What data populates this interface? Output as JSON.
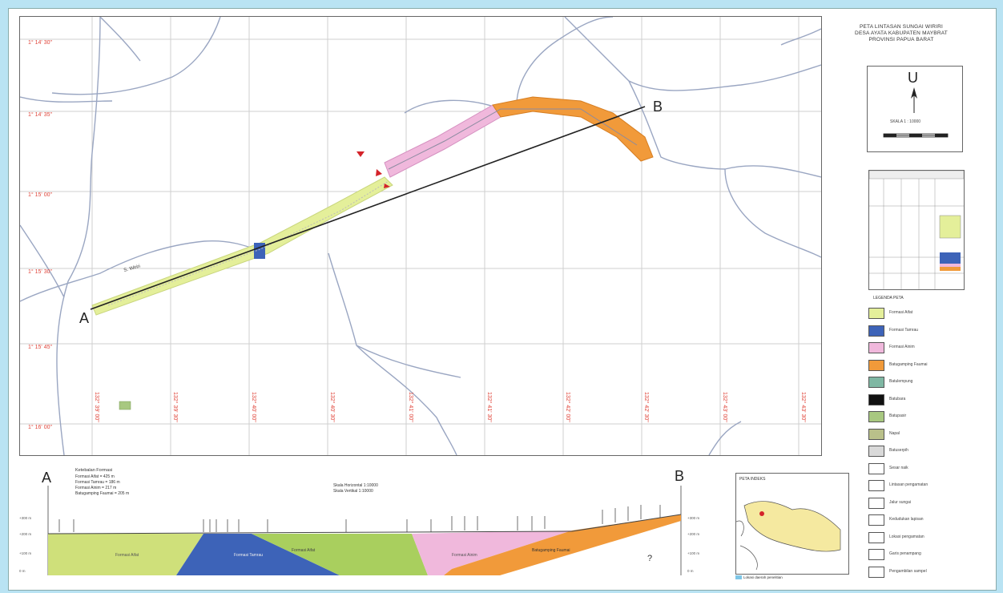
{
  "map": {
    "lat_labels": [
      "1° 14' 30\"",
      "1° 14' 35\"",
      "1° 15' 00\"",
      "1° 15' 30\"",
      "1° 15' 45\"",
      "1° 16' 00\""
    ],
    "lon_labels": [
      "132° 39' 00\"",
      "132° 39' 30\"",
      "132° 40' 00\"",
      "132° 40' 30\"",
      "132° 41' 00\"",
      "132° 41' 30\"",
      "132° 42' 00\"",
      "132° 42' 30\"",
      "132° 43' 00\"",
      "132° 43' 30\""
    ],
    "river_label": "S. Wiriri",
    "point_a": "A",
    "point_b": "B"
  },
  "title": {
    "line1": "PETA LINTASAN SUNGAI WIRIRI",
    "line2": "DESA AYATA KABUPATEN MAYBRAT",
    "line3": "PROVINSI PAPUA BARAT"
  },
  "north": {
    "letter": "U",
    "scale_text": "SKALA 1 : 10000"
  },
  "legend": {
    "title": "LEGENDA PETA",
    "items": [
      {
        "label": "Formasi Aifat",
        "color": "#e4ef9a"
      },
      {
        "label": "Formasi Tamrau",
        "color": "#3d63b8"
      },
      {
        "label": "Formasi Ainim",
        "color": "#f0b8dc"
      },
      {
        "label": "Batugamping Faumai",
        "color": "#f19a3a"
      },
      {
        "label": "Batulempung",
        "color": "#7fb7a3"
      },
      {
        "label": "Batubara",
        "color": "#111111"
      },
      {
        "label": "Batupasir",
        "color": "#a8c880"
      },
      {
        "label": "Napal",
        "color": "#b9c08a"
      },
      {
        "label": "Batuserpih",
        "color": "#d9d9d9"
      },
      {
        "label": "Sesar naik",
        "color": "#ffffff"
      },
      {
        "label": "Lintasan pengamatan",
        "color": "#ffffff"
      },
      {
        "label": "Jalur sungai",
        "color": "#ffffff"
      },
      {
        "label": "Kedudukan lapisan",
        "color": "#ffffff"
      },
      {
        "label": "Lokasi pengamatan",
        "color": "#ffffff"
      },
      {
        "label": "Garis penampang",
        "color": "#ffffff"
      },
      {
        "label": "Pengambilan sampel",
        "color": "#ffffff"
      }
    ]
  },
  "inset": {
    "title": "PETA INDEKS",
    "caption": "Lokasi daerah penelitian"
  },
  "section": {
    "point_a": "A",
    "point_b": "B",
    "question": "?",
    "info_lines": [
      "Ketebalan Formasi",
      "Formasi Aifat = 425 m",
      "Formasi Tamrau = 186 m",
      "Formasi Ainim = 217 m",
      "Batugamping Faumai = 205 m"
    ],
    "scale_lines": [
      "Skala Horizontal 1:10000",
      "Skala Vertikal 1:10000"
    ],
    "unit_labels": [
      "Formasi Aifat",
      "Formasi Tamrau",
      "Formasi Aifat",
      "Formasi Ainim",
      "Batugamping Faumai"
    ],
    "elev_labels": [
      "+300 m",
      "+200 m",
      "+100 m",
      "0 m"
    ]
  }
}
